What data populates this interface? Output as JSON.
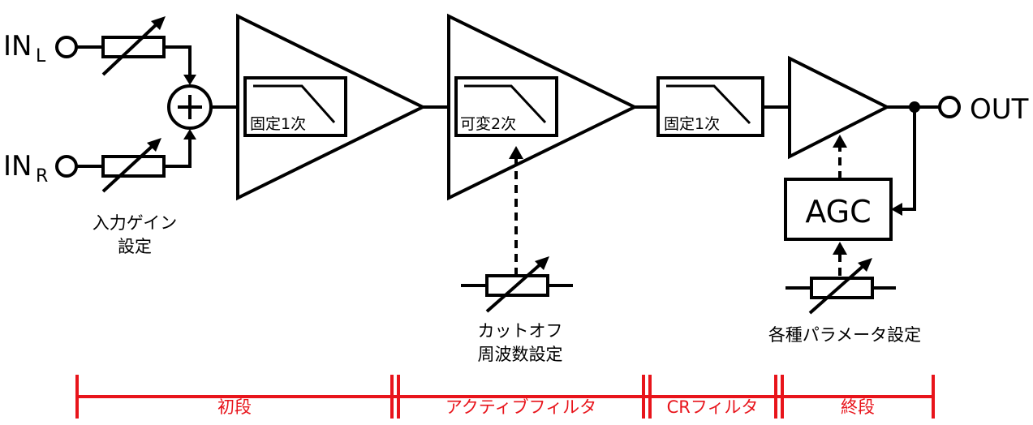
{
  "inputs": {
    "left_main": "IN",
    "left_sub": "L",
    "right_main": "IN",
    "right_sub": "R"
  },
  "output": {
    "label": "OUT"
  },
  "blocks": {
    "filter1": "固定1次",
    "filter2": "可変2次",
    "filter3": "固定1次",
    "agc": "AGC"
  },
  "annotations": {
    "input_gain_line1": "入力ゲイン",
    "input_gain_line2": "設定",
    "cutoff_line1": "カットオフ",
    "cutoff_line2": "周波数設定",
    "params": "各種パラメータ設定"
  },
  "stages": [
    {
      "label": "初段"
    },
    {
      "label": "アクティブフィルタ"
    },
    {
      "label": "CRフィルタ"
    },
    {
      "label": "終段"
    }
  ],
  "colors": {
    "stage_marker": "#e8141b",
    "line": "#000000"
  }
}
